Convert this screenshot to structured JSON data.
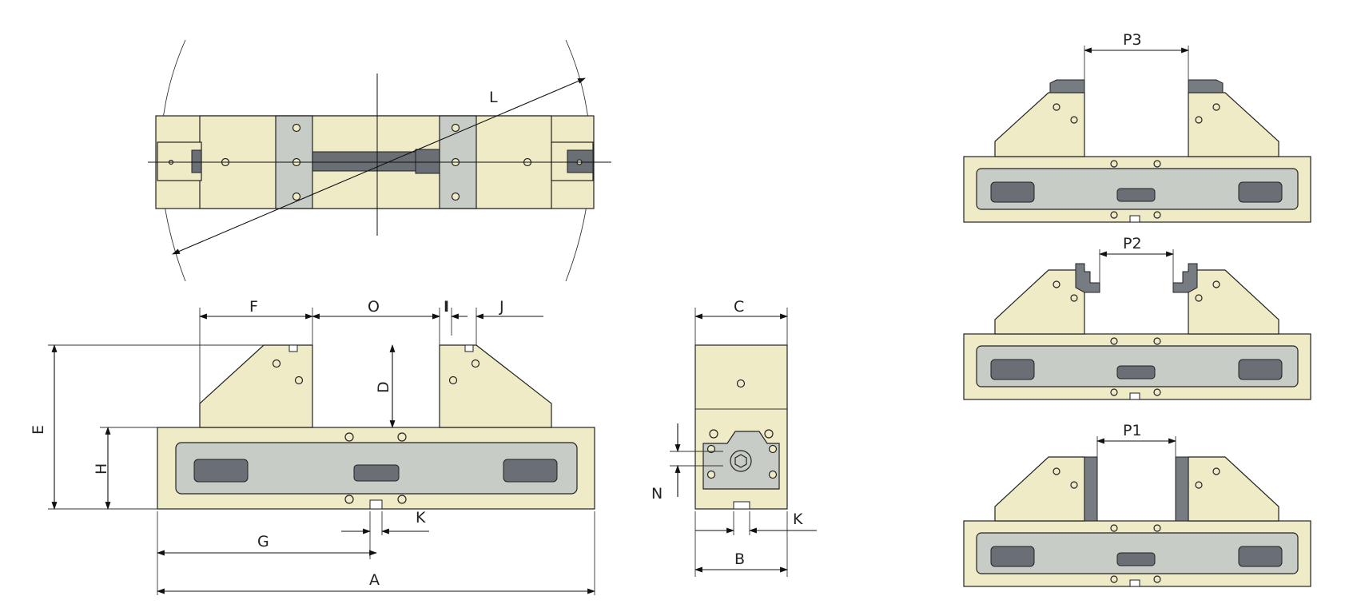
{
  "labels": {
    "L": "L",
    "F": "F",
    "O": "O",
    "I": "I",
    "J": "J",
    "C": "C",
    "D": "D",
    "E": "E",
    "H": "H",
    "N": "N",
    "K": "K",
    "K2": "K",
    "G": "G",
    "A": "A",
    "B": "B",
    "P3": "P3",
    "P2": "P2",
    "P1": "P1"
  },
  "colors": {
    "body": "#efebc6",
    "plate": "#c8ccc6",
    "slot": "#6a6f75",
    "jaw": "#777c82"
  }
}
